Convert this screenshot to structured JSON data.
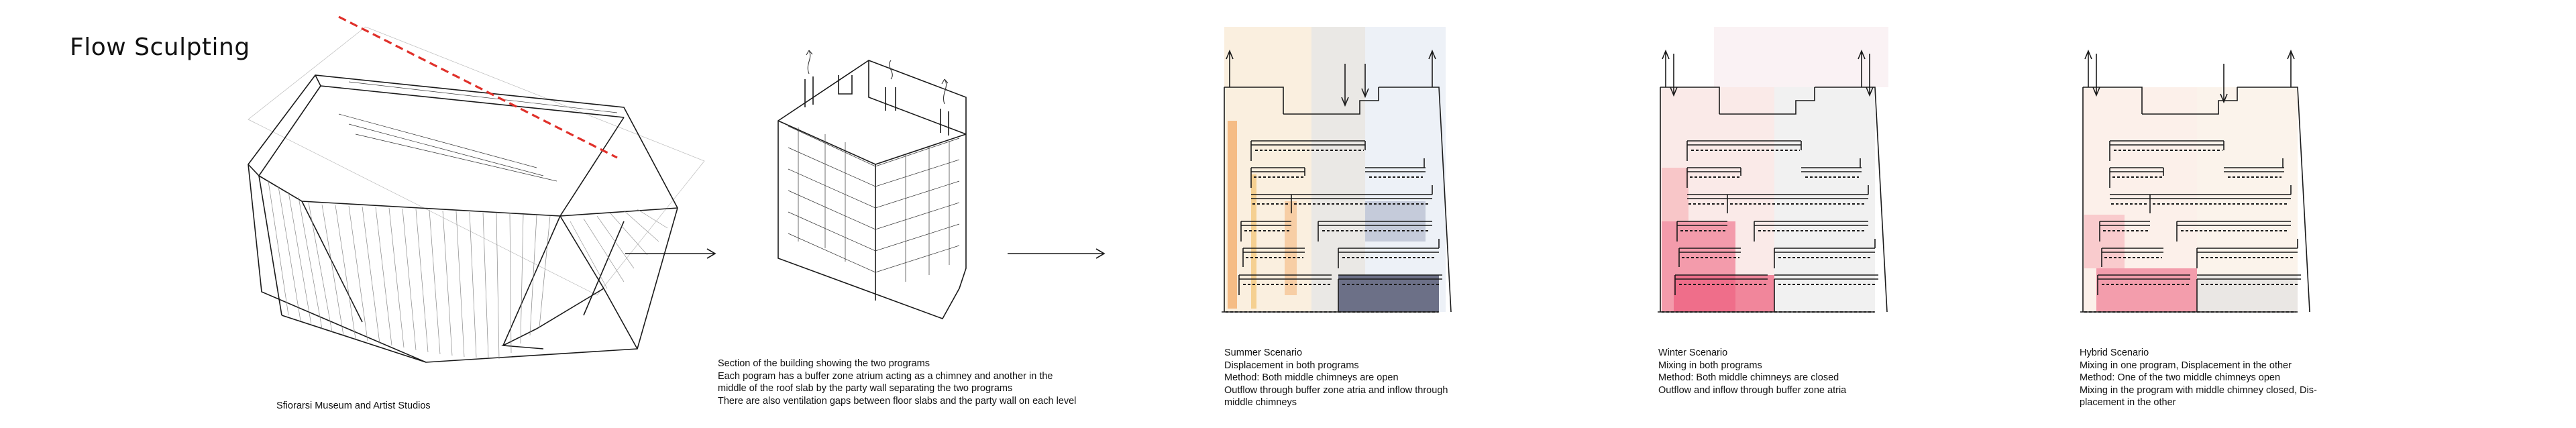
{
  "page": {
    "title": "Flow Sculpting"
  },
  "captions": {
    "museum": "Sfiorarsi Museum and Artist Studios",
    "section": "Section of the building showing the two programs\nEach pogram has a buffer zone atrium acting as a chimney and another in the\nmiddle of the roof slab by the party wall separating the two programs\nThere are also ventilation gaps between floor slabs and the party wall on each level",
    "summer": "Summer  Scenario\nDisplacement in both programs\nMethod: Both middle chimneys are open\nOutflow through buffer zone atria and  inflow through\nmiddle chimneys",
    "winter": "Winter Scenario\nMixing in both programs\nMethod: Both middle chimneys are closed\nOutflow and inflow through buffer zone atria",
    "hybrid": "Hybrid Scenario\nMixing in one program, Displacement in the other\nMethod: One of the two middle chimneys open\nMixing in the program with middle chimney closed, Dis-\nplacement in the other"
  },
  "colors": {
    "linework": "#1a1a1a",
    "cut_line": "#e0302a",
    "warm_wash": "#f08a2a",
    "cool_wash": "#3c4160",
    "hot_wash": "#e8325a",
    "pale_wash": "#f4d9b0"
  },
  "icons": {
    "arrow": "right-arrow-icon"
  }
}
